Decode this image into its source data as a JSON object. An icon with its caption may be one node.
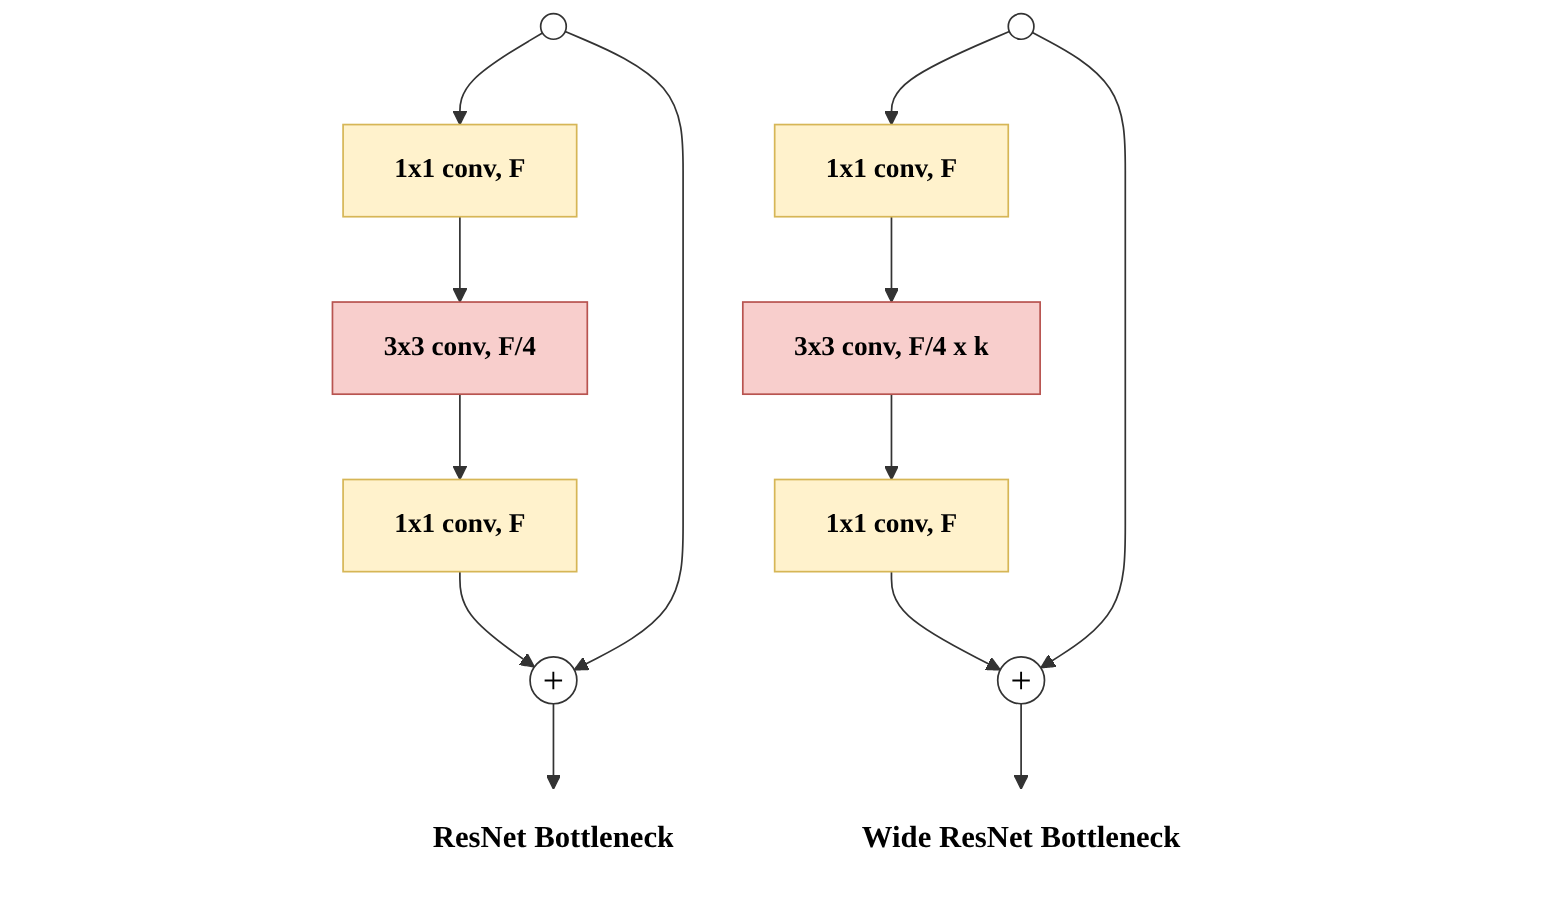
{
  "diagram": {
    "nodes": [
      {
        "text": [],
        "shape": "circle"
      },
      {
        "text": [
          "1x1 conv, F"
        ]
      },
      {
        "text": [
          "3x3 conv, F/4"
        ]
      },
      {
        "text": [
          "1x1 conv, F"
        ]
      },
      {
        "text": [
          "+"
        ]
      },
      {
        "text": [
          "ResNet Bottleneck"
        ]
      },
      {
        "text": [],
        "shape": "circle"
      },
      {
        "text": [
          "1x1 conv, F"
        ]
      },
      {
        "text": [
          "3x3 conv, F/4 x k"
        ]
      },
      {
        "text": [
          "1x1 conv, F"
        ]
      },
      {
        "text": [
          "+"
        ]
      },
      {
        "text": [
          "Wide ResNet Bottleneck"
        ]
      }
    ],
    "edges": [
      {
        "from": 0,
        "to": 1,
        "arrow": "to"
      },
      {
        "from": 1,
        "to": 2,
        "arrow": "to"
      },
      {
        "from": 2,
        "to": 3,
        "arrow": "to"
      },
      {
        "from": 3,
        "to": 4,
        "arrow": "to"
      },
      {
        "from": 0,
        "to": 4,
        "arrow": "to"
      },
      {
        "from": 4,
        "to": 5,
        "arrow": "to"
      },
      {
        "from": 6,
        "to": 7,
        "arrow": "to"
      },
      {
        "from": 7,
        "to": 8,
        "arrow": "to"
      },
      {
        "from": 8,
        "to": 9,
        "arrow": "to"
      },
      {
        "from": 9,
        "to": 10,
        "arrow": "to"
      },
      {
        "from": 6,
        "to": 10,
        "arrow": "to"
      },
      {
        "from": 10,
        "to": 11,
        "arrow": "to"
      }
    ]
  }
}
